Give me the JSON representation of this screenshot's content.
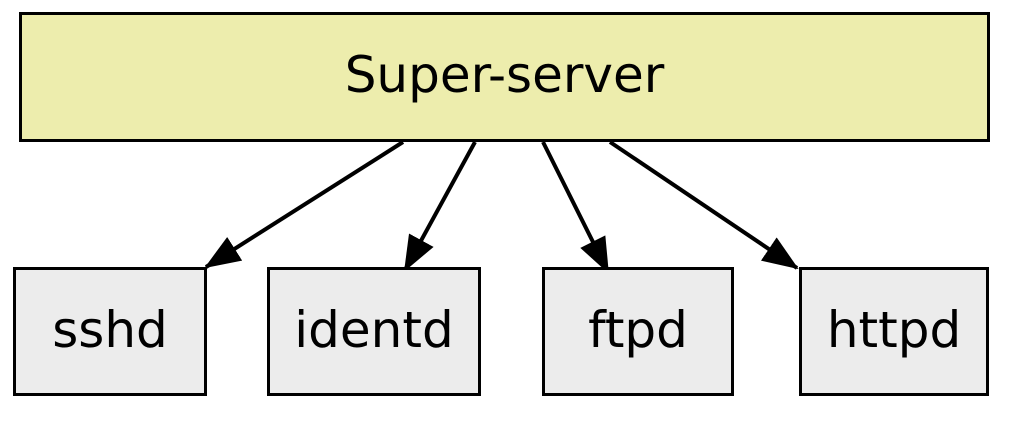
{
  "diagram": {
    "background_color": "#FFFFFF",
    "text_color": "#000000",
    "arrow_color": "#000000",
    "border_color": "#000000",
    "nodes": {
      "super": {
        "label": "Super-server",
        "fill": "#EDEDAD"
      },
      "child_fill": "#ECECEC",
      "children": [
        {
          "label": "sshd"
        },
        {
          "label": "identd"
        },
        {
          "label": "ftpd"
        },
        {
          "label": "httpd"
        }
      ]
    },
    "edges": [
      {
        "from": "Super-server",
        "to": "sshd"
      },
      {
        "from": "Super-server",
        "to": "identd"
      },
      {
        "from": "Super-server",
        "to": "ftpd"
      },
      {
        "from": "Super-server",
        "to": "httpd"
      }
    ]
  }
}
